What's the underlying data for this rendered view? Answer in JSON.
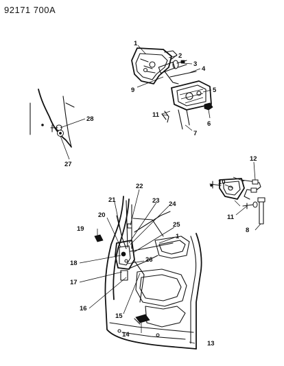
{
  "header": {
    "code": "92171 700A"
  },
  "callouts": [
    {
      "id": "c1a",
      "text": "1"
    },
    {
      "id": "c2",
      "text": "2"
    },
    {
      "id": "c3",
      "text": "3"
    },
    {
      "id": "c4",
      "text": "4"
    },
    {
      "id": "c5",
      "text": "5"
    },
    {
      "id": "c6",
      "text": "6"
    },
    {
      "id": "c7",
      "text": "7"
    },
    {
      "id": "c9",
      "text": "9"
    },
    {
      "id": "c11a",
      "text": "11"
    },
    {
      "id": "c28",
      "text": "28"
    },
    {
      "id": "c27",
      "text": "27"
    },
    {
      "id": "c10",
      "text": "10"
    },
    {
      "id": "c12",
      "text": "12"
    },
    {
      "id": "c11b",
      "text": "11"
    },
    {
      "id": "c8",
      "text": "8"
    },
    {
      "id": "c22",
      "text": "22"
    },
    {
      "id": "c21",
      "text": "21"
    },
    {
      "id": "c23",
      "text": "23"
    },
    {
      "id": "c24",
      "text": "24"
    },
    {
      "id": "c20",
      "text": "20"
    },
    {
      "id": "c19",
      "text": "19"
    },
    {
      "id": "c25",
      "text": "25"
    },
    {
      "id": "c1b",
      "text": "1"
    },
    {
      "id": "c18",
      "text": "18"
    },
    {
      "id": "c26",
      "text": "26"
    },
    {
      "id": "c17",
      "text": "17"
    },
    {
      "id": "c16",
      "text": "16"
    },
    {
      "id": "c15",
      "text": "15"
    },
    {
      "id": "c14",
      "text": "14"
    },
    {
      "id": "c13",
      "text": "13"
    }
  ]
}
